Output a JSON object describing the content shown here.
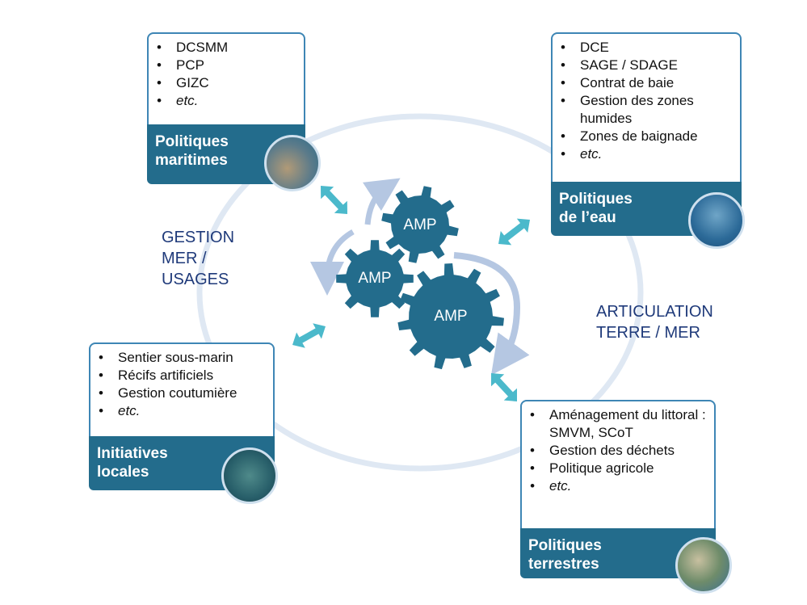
{
  "center": {
    "gear_label": "AMP"
  },
  "labels": {
    "left": [
      "GESTION",
      "MER /",
      "USAGES"
    ],
    "right": [
      "ARTICULATION",
      "TERRE / MER"
    ]
  },
  "boxes": {
    "maritime": {
      "items": [
        "DCSMM",
        "PCP",
        "GIZC"
      ],
      "etc": "etc.",
      "title": [
        "Politiques",
        "maritimes"
      ]
    },
    "eau": {
      "items": [
        "DCE",
        "SAGE / SDAGE",
        "Contrat de baie",
        "Gestion des zones humides",
        "Zones de baignade"
      ],
      "etc": "etc.",
      "title": [
        "Politiques",
        "de l’eau"
      ]
    },
    "locales": {
      "items": [
        "Sentier sous-marin",
        "Récifs artificiels",
        "Gestion coutumière"
      ],
      "etc": "etc.",
      "title": [
        "Initiatives",
        "locales"
      ]
    },
    "terrestres": {
      "items": [
        "Aménagement du littoral : SMVM, SCoT",
        "Gestion des déchets",
        "Politique agricole"
      ],
      "etc": "etc.",
      "title": [
        "Politiques",
        "terrestres"
      ]
    }
  },
  "colors": {
    "gear": "#236c8c",
    "arrow": "#4bb9cb",
    "ring": "#dfe8f3",
    "curve": "#b5c7e2",
    "label": "#1f3a7a"
  }
}
